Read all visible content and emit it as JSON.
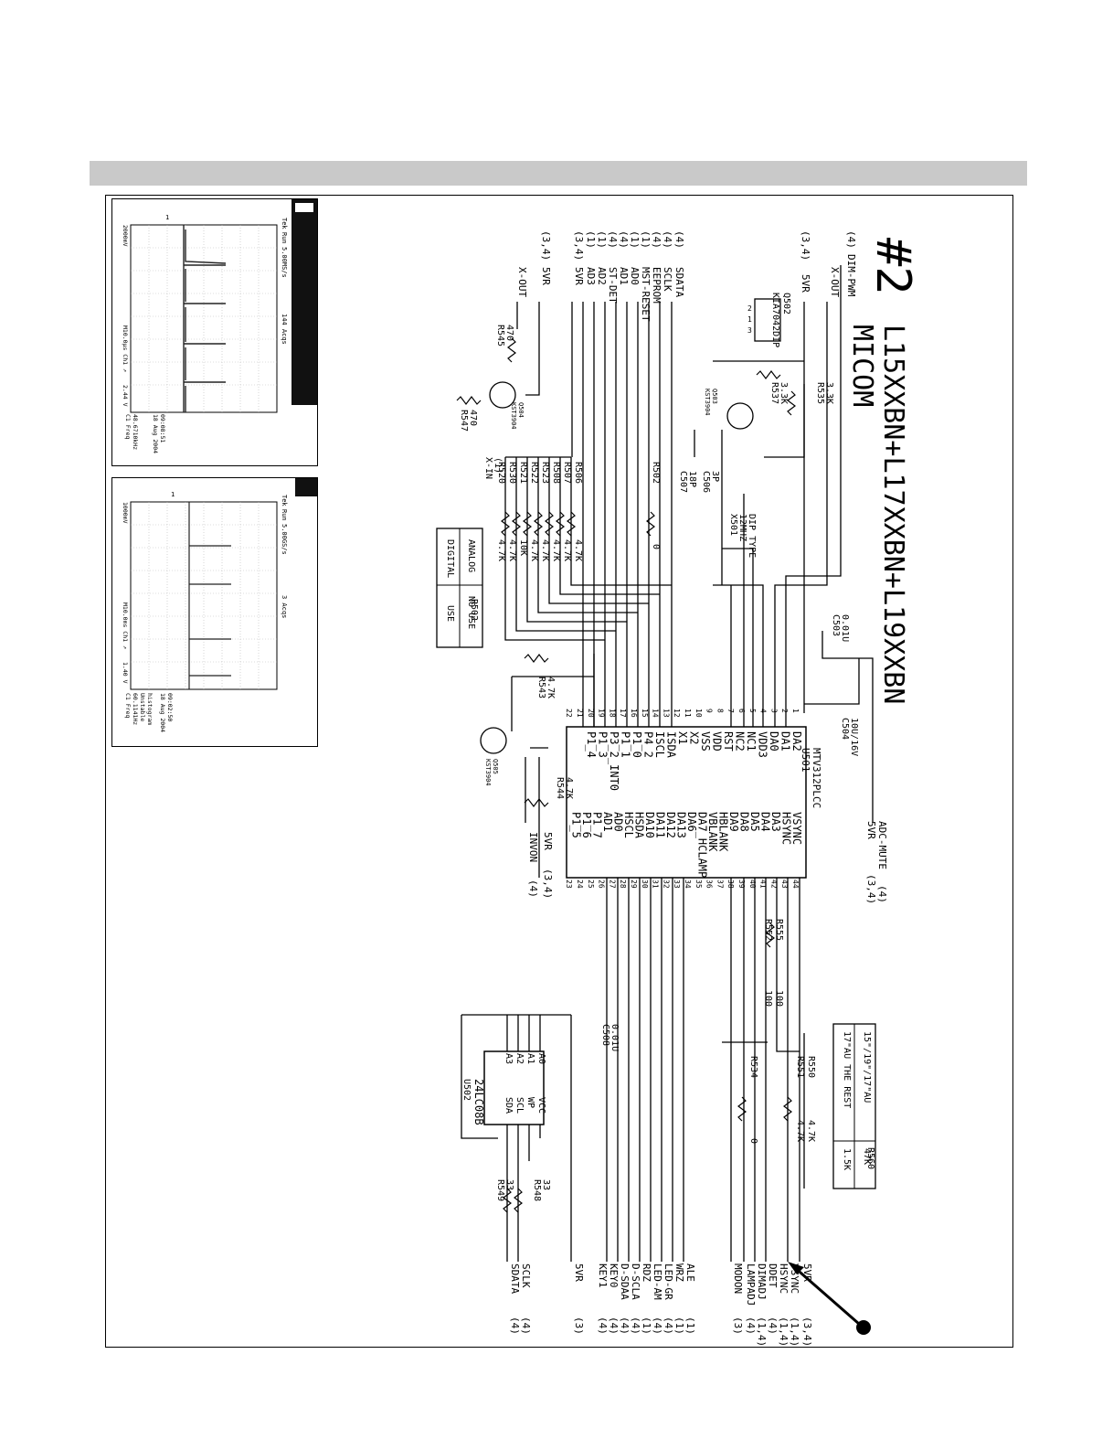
{
  "title": {
    "number": "#2",
    "models": "L15XXBN+L17XXBN+L19XXBN",
    "section": "MICOM"
  },
  "scope1": {
    "tek": "Tek",
    "run": "Run",
    "rate": "5.00MS/s",
    "acqs": "144 Acqs",
    "ch_scale": "2000mV",
    "timebase": "M10.0µs  Ch1 ↗",
    "level": "2.44 V",
    "freq_label": "C1 Freq",
    "freq": "48.6710kHz",
    "date": "18 Aug 2004",
    "time": "09:08:51",
    "marker": "1"
  },
  "scope2": {
    "tek": "Tek",
    "run": "Run",
    "rate": "5.00GS/s",
    "acqs": "3 Acqs",
    "ch_scale": "1000mV",
    "timebase": "M10.0ms  Ch1 ↗",
    "level": "1.40 V",
    "freq_label": "C1 Freq",
    "freq": "60.1141Hz",
    "note1": "Unstable",
    "note2": "histogram",
    "date": "18 Aug 2004",
    "time": "09:02:50",
    "marker": "1"
  },
  "ic_u501": {
    "ref": "U501",
    "part": "MTV312PLCC",
    "left_pins": [
      "DA2",
      "DA1",
      "DA0",
      "VDD3",
      "NC1",
      "NC2",
      "RST",
      "VDD",
      "VSS",
      "X2",
      "X1",
      "ISDA",
      "ISCL",
      "P4_2",
      "P1_0",
      "P1_1",
      "P3_2_INT0",
      "P1_3",
      "P1_4"
    ],
    "right_pins": [
      "VSYNC",
      "HSYNC",
      "DA3",
      "DA4",
      "DA5",
      "DA8",
      "DA9",
      "HBLANK",
      "VBLANK",
      "DA7_HCLAMP",
      "DA6",
      "DA13",
      "DA12",
      "DA11",
      "DA10",
      "HSDA",
      "HSCL",
      "AD0",
      "AD1",
      "P1_7",
      "P1_6",
      "P1_5"
    ],
    "left_nums": [
      "1",
      "2",
      "3",
      "4",
      "5",
      "6",
      "7",
      "8",
      "9",
      "10",
      "11",
      "12",
      "13",
      "14",
      "15",
      "16",
      "17",
      "18",
      "19",
      "20",
      "21",
      "22"
    ],
    "right_nums": [
      "44",
      "43",
      "42",
      "41",
      "40",
      "39",
      "38",
      "37",
      "36",
      "35",
      "34",
      "33",
      "32",
      "31",
      "30",
      "29",
      "28",
      "27",
      "26",
      "25",
      "24",
      "23"
    ]
  },
  "ic_u502": {
    "part": "24LC08B",
    "ref": "U502",
    "left_pins": [
      "A0",
      "A1",
      "A2",
      "A3"
    ],
    "right_pins": [
      "VCC",
      "WP",
      "SCL",
      "SDA"
    ]
  },
  "top_signals": [
    {
      "name": "SDATA",
      "ref": "(4)"
    },
    {
      "name": "SCLK",
      "ref": "(4)"
    },
    {
      "name": "EEPROM",
      "ref": "(4)"
    },
    {
      "name": "MST-RESET",
      "ref": "(1)"
    },
    {
      "name": "AD0",
      "ref": "(1)"
    },
    {
      "name": "AD1",
      "ref": "(4)"
    },
    {
      "name": "ST-DET",
      "ref": "(4)"
    },
    {
      "name": "AD2",
      "ref": "(1)"
    },
    {
      "name": "AD3",
      "ref": "(1)"
    },
    {
      "name": "5VR",
      "ref": "(3,4)"
    },
    {
      "name": "5VR",
      "ref": "(3,4)"
    },
    {
      "name": "X-OUT",
      "ref": ""
    }
  ],
  "dim_pwm": {
    "name": "DIM-PWM",
    "ref": "(4)"
  },
  "xout_top": {
    "name": "X-OUT",
    "ref": ""
  },
  "v5_top": {
    "name": "5VR",
    "ref": "(3,4)"
  },
  "q502": {
    "ref": "Q502",
    "part": "KIA7042DIP",
    "pins": [
      "2",
      "1",
      "3"
    ]
  },
  "q503": {
    "ref": "Q503",
    "part": "KST3904"
  },
  "q504": {
    "ref": "Q504",
    "part": "KST3904"
  },
  "q505": {
    "ref": "Q505",
    "part": "KST3904"
  },
  "r535": {
    "ref": "R535",
    "val": "3.3K"
  },
  "r537": {
    "ref": "R537",
    "val": "3.3K"
  },
  "r545": {
    "ref": "R545",
    "val": "470"
  },
  "r547": {
    "ref": "R547",
    "val": "470"
  },
  "r543": {
    "ref": "R543",
    "val": "4.7K"
  },
  "r544": {
    "ref": "R544",
    "val": "4.7K"
  },
  "r502": {
    "ref": "R502",
    "val": "0"
  },
  "x501": {
    "ref": "X501",
    "val": "12MHZ",
    "type": "DIP TYPE"
  },
  "c506": {
    "ref": "C506",
    "val": "3P"
  },
  "c507": {
    "ref": "C507",
    "val": "18P"
  },
  "c503": {
    "ref": "C503",
    "val": "0.01U"
  },
  "c504": {
    "ref": "C504",
    "val": "10U/16V"
  },
  "c508": {
    "ref": "C508",
    "val": "0.01U"
  },
  "xin": {
    "name": "X-IN",
    "ref": "(1)"
  },
  "rbank": [
    {
      "ref": "R506",
      "val": "4.7K"
    },
    {
      "ref": "R507",
      "val": "4.7K"
    },
    {
      "ref": "R508",
      "val": "4.7K"
    },
    {
      "ref": "R523",
      "val": "4.7K"
    },
    {
      "ref": "R522",
      "val": "4.7K"
    },
    {
      "ref": "R521",
      "val": "10K"
    },
    {
      "ref": "R530",
      "val": "4.7K"
    },
    {
      "ref": "R520",
      "val": "4.7K"
    }
  ],
  "table_r502": {
    "title": "R502",
    "rows": [
      [
        "ANALOG",
        "NO USE"
      ],
      [
        "DIGITAL",
        "USE"
      ]
    ]
  },
  "adc_mute": {
    "name": "ADC-MUTE",
    "ref": "(4)"
  },
  "v5_mute": {
    "name": "5VR",
    "ref": "(3,4)"
  },
  "v5_u501": {
    "name": "5VR",
    "ref": "(3,4)"
  },
  "inv_on": {
    "name": "INVON",
    "ref": "(4)"
  },
  "r555": {
    "ref": "R555",
    "val": "100"
  },
  "r552": {
    "ref": "R552",
    "val": "100"
  },
  "r550": {
    "ref": "R550",
    "val": "4.7K"
  },
  "r551": {
    "ref": "R551",
    "val": "4.7K"
  },
  "r534": {
    "ref": "R534",
    "val": "0"
  },
  "r548": {
    "ref": "R548",
    "val": "33"
  },
  "r549": {
    "ref": "R549",
    "val": "33"
  },
  "table_r560": {
    "title": "R560",
    "rows": [
      [
        "15\"/19\"/17\"AU",
        "47K"
      ],
      [
        "17\"AU THE REST",
        "1.5K"
      ]
    ]
  },
  "bottom_signals": [
    {
      "name": "5VR",
      "ref": "(3,4)"
    },
    {
      "name": "VSYNC",
      "ref": "(1,4)"
    },
    {
      "name": "HSYNC",
      "ref": "(1,4)"
    },
    {
      "name": "DDET",
      "ref": "(4)"
    },
    {
      "name": "DIMADJ",
      "ref": "(1,4)"
    },
    {
      "name": "LAMPADJ",
      "ref": "(4)"
    },
    {
      "name": "MODON",
      "ref": "(3)"
    },
    {
      "name": "ALE",
      "ref": "(1)"
    },
    {
      "name": "WRZ",
      "ref": "(1)"
    },
    {
      "name": "LED-GR",
      "ref": "(4)"
    },
    {
      "name": "LED-AM",
      "ref": "(4)"
    },
    {
      "name": "RDZ",
      "ref": "(1)"
    },
    {
      "name": "D-SCLA",
      "ref": "(4)"
    },
    {
      "name": "D-SDAA",
      "ref": "(4)"
    },
    {
      "name": "KEY0",
      "ref": "(4)"
    },
    {
      "name": "KEY1",
      "ref": "(4)"
    },
    {
      "name": "5VR",
      "ref": "(3)"
    },
    {
      "name": "SCLK",
      "ref": "(4)"
    },
    {
      "name": "SDATA",
      "ref": "(4)"
    }
  ]
}
